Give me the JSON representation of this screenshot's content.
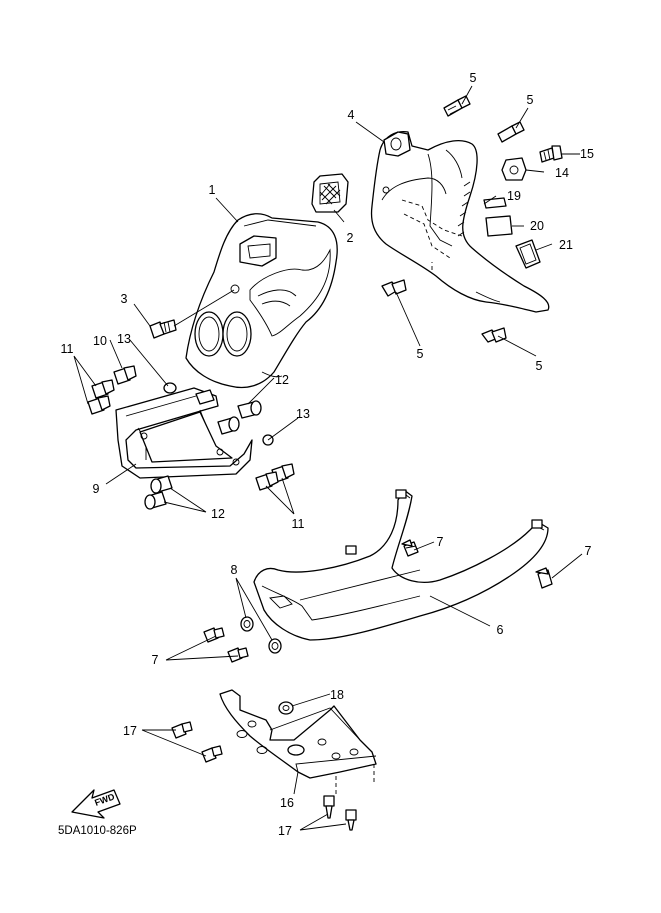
{
  "callouts": [
    {
      "id": "c1",
      "text": "1"
    },
    {
      "id": "c2",
      "text": "2"
    },
    {
      "id": "c3",
      "text": "3"
    },
    {
      "id": "c4",
      "text": "4"
    },
    {
      "id": "c5a",
      "text": "5"
    },
    {
      "id": "c5b",
      "text": "5"
    },
    {
      "id": "c5c",
      "text": "5"
    },
    {
      "id": "c5d",
      "text": "5"
    },
    {
      "id": "c6",
      "text": "6"
    },
    {
      "id": "c7a",
      "text": "7"
    },
    {
      "id": "c7b",
      "text": "7"
    },
    {
      "id": "c7c",
      "text": "7"
    },
    {
      "id": "c8",
      "text": "8"
    },
    {
      "id": "c9",
      "text": "9"
    },
    {
      "id": "c10",
      "text": "10"
    },
    {
      "id": "c11a",
      "text": "11"
    },
    {
      "id": "c11b",
      "text": "11"
    },
    {
      "id": "c12a",
      "text": "12"
    },
    {
      "id": "c12b",
      "text": "12"
    },
    {
      "id": "c13a",
      "text": "13"
    },
    {
      "id": "c13b",
      "text": "13"
    },
    {
      "id": "c14",
      "text": "14"
    },
    {
      "id": "c15",
      "text": "15"
    },
    {
      "id": "c16",
      "text": "16"
    },
    {
      "id": "c17a",
      "text": "17"
    },
    {
      "id": "c17b",
      "text": "17"
    },
    {
      "id": "c18",
      "text": "18"
    },
    {
      "id": "c19",
      "text": "19"
    },
    {
      "id": "c20",
      "text": "20"
    },
    {
      "id": "c21",
      "text": "21"
    }
  ],
  "fwd_label": "FWD",
  "diagram_code": "5DA1010-826P"
}
